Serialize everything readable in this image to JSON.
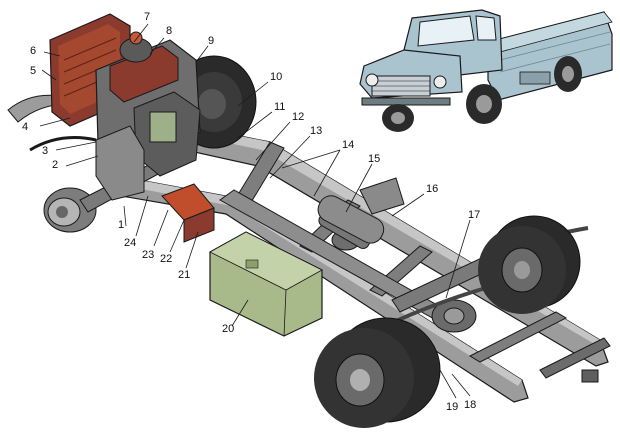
{
  "labels": {
    "l1": "1",
    "l2": "2",
    "l3": "3",
    "l4": "4",
    "l5": "5",
    "l6": "6",
    "l7": "7",
    "l8": "8",
    "l9": "9",
    "l10": "10",
    "l11": "11",
    "l12": "12",
    "l13": "13",
    "l14": "14",
    "l15": "15",
    "l16": "16",
    "l17": "17",
    "l18": "18",
    "l19": "19",
    "l20": "20",
    "l21": "21",
    "l22": "22",
    "l23": "23",
    "l24": "24"
  },
  "colors": {
    "frame": "#9c9c9c",
    "frame_dark": "#5e5e5e",
    "tire": "#2a2a2a",
    "engine": "#8b3a2e",
    "fuel_tank": "#a8b98a",
    "truck_body": "#a9c3cf",
    "outline": "#1a1a1a"
  }
}
